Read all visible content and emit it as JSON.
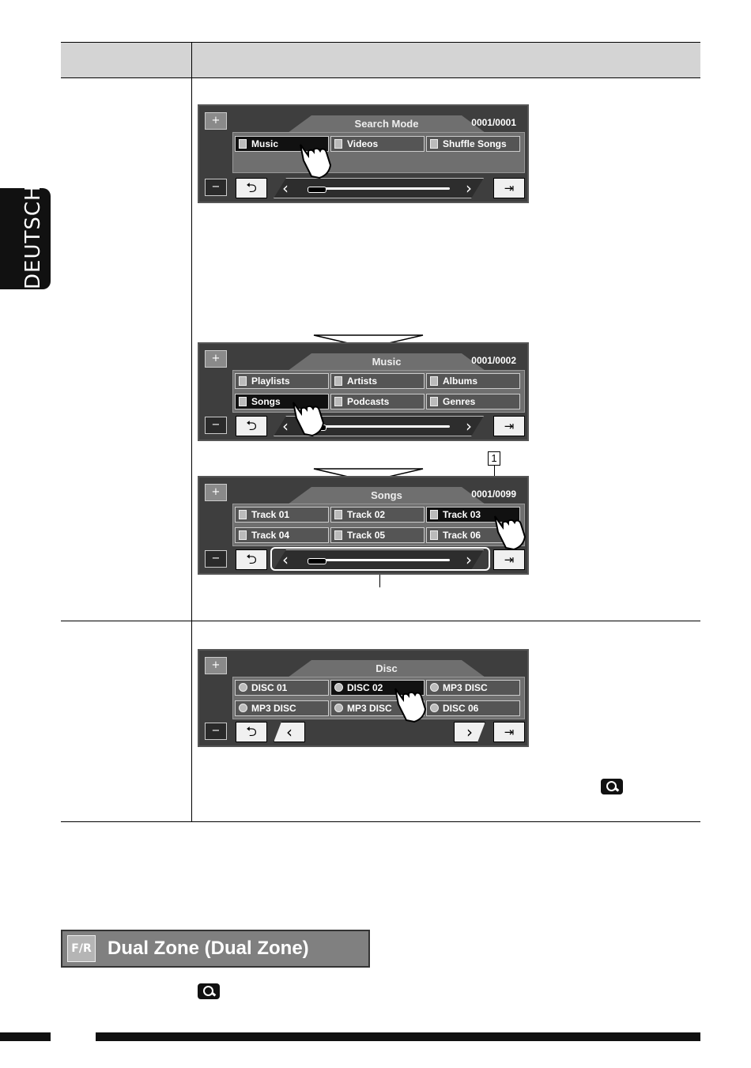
{
  "side_tab": {
    "label": "DEUTSCH"
  },
  "screens": [
    {
      "tab_title": "Search Mode",
      "counter": "0001/0001",
      "rows": [
        [
          {
            "label": "Music",
            "selected": true
          },
          {
            "label": "Videos",
            "selected": false
          },
          {
            "label": "Shuffle Songs",
            "selected": false
          }
        ]
      ],
      "has_slider": true
    },
    {
      "tab_title": "Music",
      "counter": "0001/0002",
      "rows": [
        [
          {
            "label": "Playlists",
            "selected": false
          },
          {
            "label": "Artists",
            "selected": false
          },
          {
            "label": "Albums",
            "selected": false
          }
        ],
        [
          {
            "label": "Songs",
            "selected": true
          },
          {
            "label": "Podcasts",
            "selected": false
          },
          {
            "label": "Genres",
            "selected": false
          }
        ]
      ],
      "has_slider": true
    },
    {
      "tab_title": "Songs",
      "counter": "0001/0099",
      "rows": [
        [
          {
            "label": "Track 01",
            "selected": false
          },
          {
            "label": "Track 02",
            "selected": false
          },
          {
            "label": "Track 03",
            "selected": true
          }
        ],
        [
          {
            "label": "Track 04",
            "selected": false
          },
          {
            "label": "Track 05",
            "selected": false
          },
          {
            "label": "Track 06",
            "selected": false
          }
        ]
      ],
      "has_slider": true
    },
    {
      "tab_title": "Disc",
      "counter": "",
      "rows": [
        [
          {
            "label": "DISC 01",
            "selected": false
          },
          {
            "label": "DISC 02",
            "selected": true
          },
          {
            "label": "MP3 DISC",
            "selected": false
          }
        ],
        [
          {
            "label": "MP3 DISC",
            "selected": false
          },
          {
            "label": "MP3 DISC",
            "selected": false
          },
          {
            "label": "DISC 06",
            "selected": false
          }
        ]
      ],
      "has_slider": false
    }
  ],
  "callout": {
    "number": "1"
  },
  "dual_zone": {
    "icon_text": "F/R",
    "title": "Dual Zone (Dual Zone)"
  }
}
